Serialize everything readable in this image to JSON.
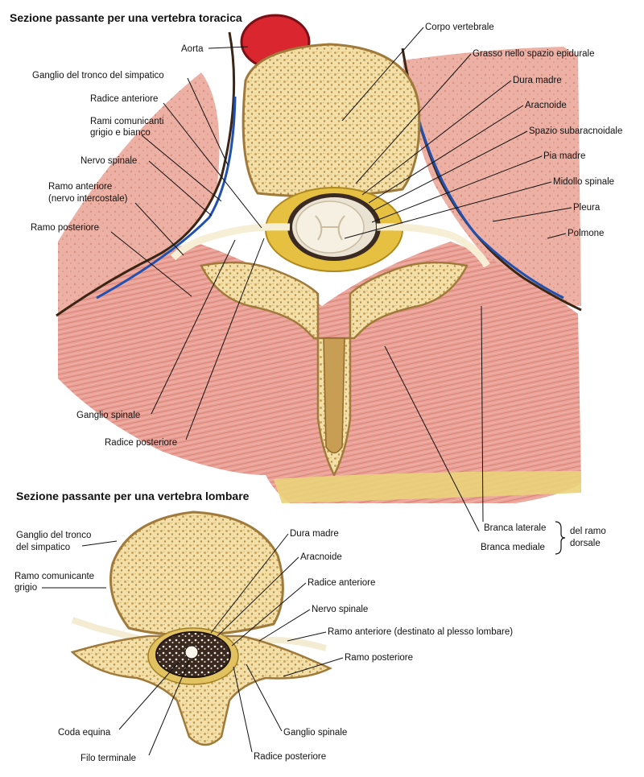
{
  "thoracic": {
    "title": "Sezione passante per una vertebra toracica",
    "labels": {
      "aorta": "Aorta",
      "ganglio_tronco_simpatico": "Ganglio del tronco del simpatico",
      "radice_anteriore": "Radice anteriore",
      "rami_comunicanti_1": "Rami comunicanti",
      "rami_comunicanti_2": "grigio e bianco",
      "nervo_spinale": "Nervo spinale",
      "ramo_anteriore_1": "Ramo anteriore",
      "ramo_anteriore_2": "(nervo intercostale)",
      "ramo_posteriore": "Ramo posteriore",
      "ganglio_spinale": "Ganglio spinale",
      "radice_posteriore": "Radice posteriore",
      "corpo_vertebrale": "Corpo vertebrale",
      "grasso_epidurale": "Grasso nello spazio epidurale",
      "dura_madre": "Dura madre",
      "aracnoide": "Aracnoide",
      "spazio_subaracnoidale": "Spazio subaracnoidale",
      "pia_madre": "Pia madre",
      "midollo_spinale": "Midollo spinale",
      "pleura": "Pleura",
      "polmone": "Polmone",
      "branca_laterale": "Branca laterale",
      "branca_mediale": "Branca mediale",
      "ramo_dorsale_1": "del ramo",
      "ramo_dorsale_2": "dorsale"
    }
  },
  "lumbar": {
    "title": "Sezione passante per una vertebra lombare",
    "labels": {
      "ganglio_tronco_1": "Ganglio del tronco",
      "ganglio_tronco_2": "del simpatico",
      "ramo_comunicante_1": "Ramo comunicante",
      "ramo_comunicante_2": "grigio",
      "dura_madre": "Dura madre",
      "aracnoide": "Aracnoide",
      "radice_anteriore": "Radice anteriore",
      "nervo_spinale": "Nervo spinale",
      "ramo_anteriore": "Ramo anteriore (destinato al plesso lombare)",
      "ramo_posteriore": "Ramo posteriore",
      "coda_equina": "Coda equina",
      "filo_terminale": "Filo terminale",
      "ganglio_spinale": "Ganglio spinale",
      "radice_posteriore": "Radice posteriore"
    }
  }
}
